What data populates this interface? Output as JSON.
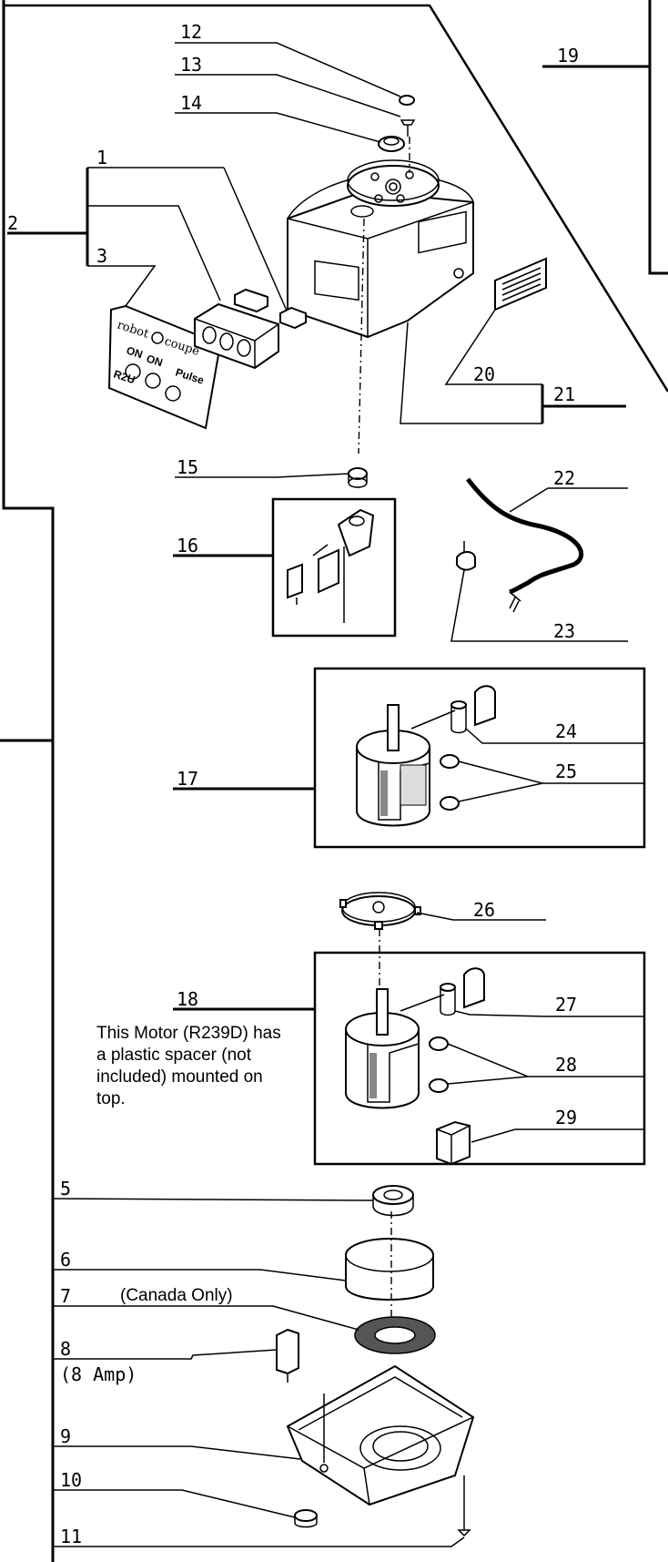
{
  "callouts": {
    "c1": "1",
    "c2": "2",
    "c3": "3",
    "c5": "5",
    "c6": "6",
    "c7": "7",
    "c8": "8",
    "c9": "9",
    "c10": "10",
    "c11": "11",
    "c12": "12",
    "c13": "13",
    "c14": "14",
    "c15": "15",
    "c16": "16",
    "c17": "17",
    "c18": "18",
    "c19": "19",
    "c20": "20",
    "c21": "21",
    "c22": "22",
    "c23": "23",
    "c24": "24",
    "c25": "25",
    "c26": "26",
    "c27": "27",
    "c28": "28",
    "c29": "29"
  },
  "notes": {
    "motor_line1": "This Motor (R239D) has",
    "motor_line2": "a plastic spacer (not",
    "motor_line3": "included) mounted on",
    "motor_line4": "top.",
    "canada": "(Canada Only)",
    "amp": "(8 Amp)"
  },
  "panel_labels": {
    "brand_robot": "robot",
    "brand_coupe": "coupe",
    "on_1": "ON",
    "on_2": "ON",
    "pulse": "Pulse",
    "model": "R2U"
  }
}
